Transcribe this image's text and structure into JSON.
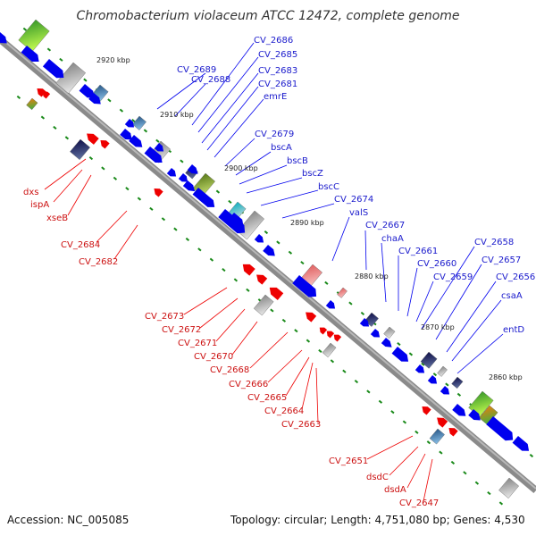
{
  "title": "Chromobacterium violaceum ATCC 12472, complete genome",
  "footer": {
    "accession": "Accession: NC_005085",
    "topology": "Topology: circular; Length: 4,751,080 bp; Genes: 4,530"
  },
  "colors": {
    "forward": "#0000ee",
    "reverse": "#ee0000",
    "backbone": "#888888",
    "ticks": "#1a8a1a"
  },
  "kbp_labels": [
    "2920 kbp",
    "2910 kbp",
    "2900 kbp",
    "2890 kbp",
    "2880 kbp",
    "2870 kbp",
    "2860 kbp"
  ],
  "forward_genes": [
    "CV_2686",
    "CV_2689",
    "CV_2685",
    "CV_2688",
    "CV_2683",
    "CV_2681",
    "emrE",
    "CV_2679",
    "bscA",
    "bscB",
    "bscZ",
    "bscC",
    "CV_2674",
    "valS",
    "CV_2667",
    "chaA",
    "CV_2661",
    "CV_2660",
    "CV_2658",
    "CV_2659",
    "CV_2657",
    "CV_2656",
    "csaA",
    "entD"
  ],
  "reverse_genes": [
    "dxs",
    "ispA",
    "xseB",
    "CV_2684",
    "CV_2682",
    "CV_2673",
    "CV_2672",
    "CV_2671",
    "CV_2670",
    "CV_2668",
    "CV_2666",
    "CV_2665",
    "CV_2664",
    "CV_2663",
    "CV_2651",
    "dsdC",
    "dsdA",
    "CV_2647"
  ]
}
